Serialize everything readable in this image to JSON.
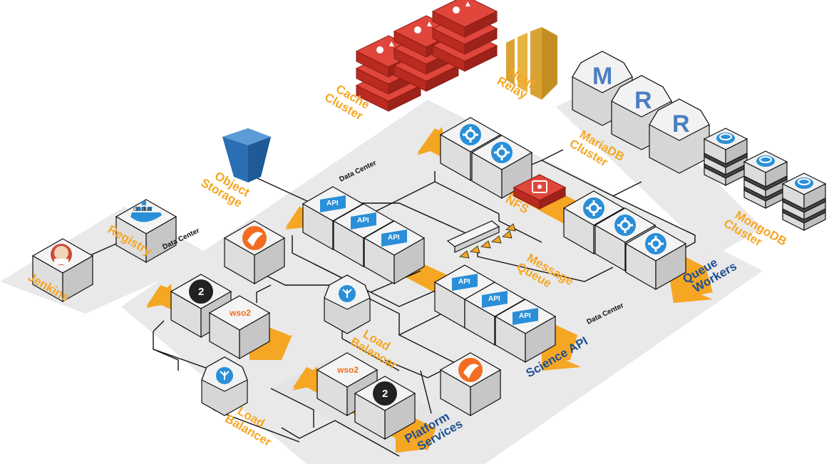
{
  "labels": {
    "cache_cluster": [
      "Cache",
      "Cluster"
    ],
    "notif_relay": [
      "Notif.",
      "Relay"
    ],
    "mariadb_cluster": [
      "MariaDB",
      "Cluster"
    ],
    "mongodb_cluster": [
      "MongoDB",
      "Cluster"
    ],
    "object_storage": [
      "Object",
      "Storage"
    ],
    "registry": "Registry",
    "jenkins": "Jenkins",
    "nfs": "NFS",
    "message_queue": [
      "Message",
      "Queue"
    ],
    "queue_workers": [
      "Queue",
      "Workers"
    ],
    "science_api": "Science API",
    "load_balancer_1": [
      "Load",
      "Balancer"
    ],
    "load_balancer_2": [
      "Load",
      "Balancer"
    ],
    "platform_services": [
      "Platform",
      "Services"
    ],
    "data_center_1": "Data Center",
    "data_center_2": "Data Center",
    "data_center_3": "Data Center"
  },
  "badges": {
    "api": "API",
    "wso2": "wso2",
    "docker": "docker"
  },
  "db_letters": [
    "M",
    "R",
    "R"
  ],
  "colors": {
    "accent_orange": "#f5a623",
    "label_blue": "#1d4f91",
    "icon_blue": "#2a8fd8",
    "redis_red": "#d63a2f",
    "cube_top": "#f2f2f2",
    "cube_left": "#dcdcdc",
    "cube_right": "#c4c4c4",
    "platform": "#e9e9e9"
  },
  "icons": [
    "redis-icon",
    "aws-sns-icon",
    "bucket-icon",
    "docker-icon",
    "jenkins-icon",
    "gear-icon",
    "api-icon",
    "nfs-icon",
    "load-balancer-icon",
    "sparrow-icon",
    "circle-2-icon",
    "wso2-icon",
    "database-icon"
  ]
}
